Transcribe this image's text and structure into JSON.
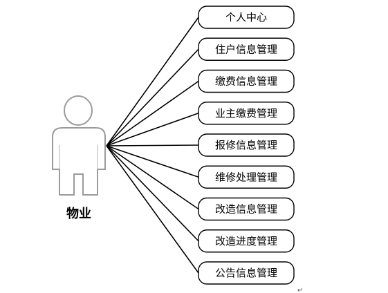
{
  "actor": {
    "label": "物业",
    "icon": "person-icon"
  },
  "use_cases": [
    {
      "label": "个人中心"
    },
    {
      "label": "住户信息管理"
    },
    {
      "label": "缴费信息管理"
    },
    {
      "label": "业主缴费管理"
    },
    {
      "label": "报修信息管理"
    },
    {
      "label": "维修处理管理"
    },
    {
      "label": "改造信息管理"
    },
    {
      "label": "改造进度管理"
    },
    {
      "label": "公告信息管理"
    }
  ],
  "paragraph_mark": "↵",
  "colors": {
    "stroke": "#000000",
    "actor_outline": "#9a9a9a",
    "background": "#ffffff"
  }
}
